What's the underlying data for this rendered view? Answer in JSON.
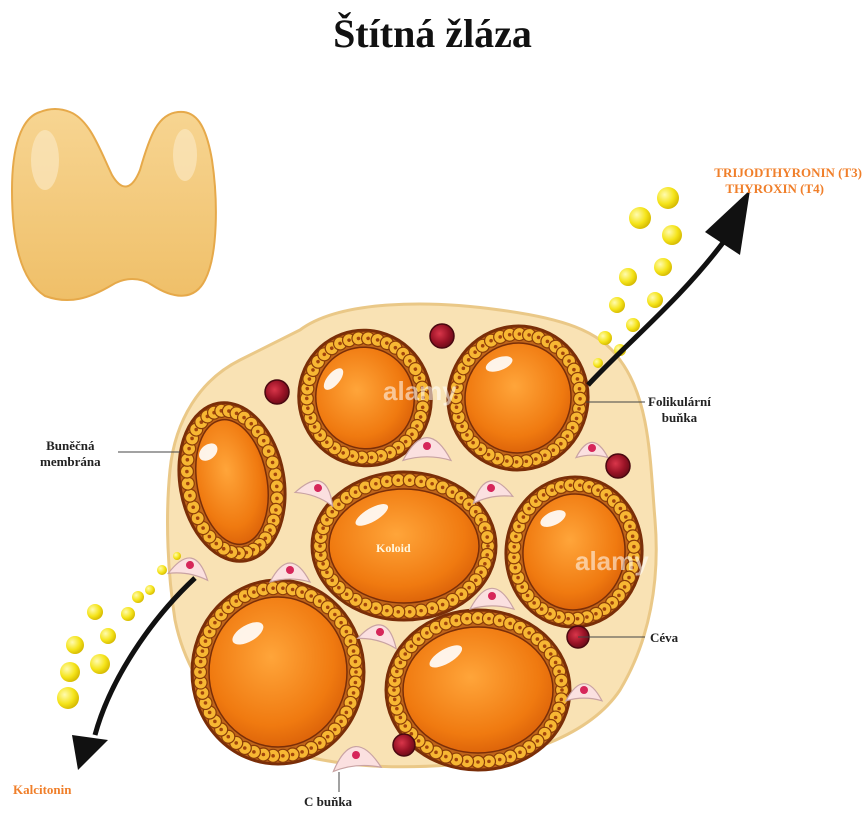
{
  "title": "Štítná žláza",
  "labels": {
    "hormones_line1": "TRIJODTHYRONIN (T3)",
    "hormones_line2": "THYROXIN (T4)",
    "follicular_cell_line1": "Folikulární",
    "follicular_cell_line2": "buňka",
    "cell_membrane_line1": "Buněčná",
    "cell_membrane_line2": "membrána",
    "colloid": "Koloid",
    "vessel": "Céva",
    "c_cell": "C buňka",
    "calcitonin": "Kalcitonin"
  },
  "watermark": "alamy",
  "colors": {
    "follicle_fill": "#f07a10",
    "follicle_wall": "#c0651a",
    "cell_fill": "#f7b733",
    "tissue": "#f9e2b4",
    "vessel": "#8b1020",
    "hormone_dot": "#f5e41a",
    "label_orange": "#f07f2a",
    "gland": "#f3c97a"
  },
  "icons": [
    "thyroid-gland-icon",
    "arrow-out-icon",
    "arrow-down-icon"
  ]
}
